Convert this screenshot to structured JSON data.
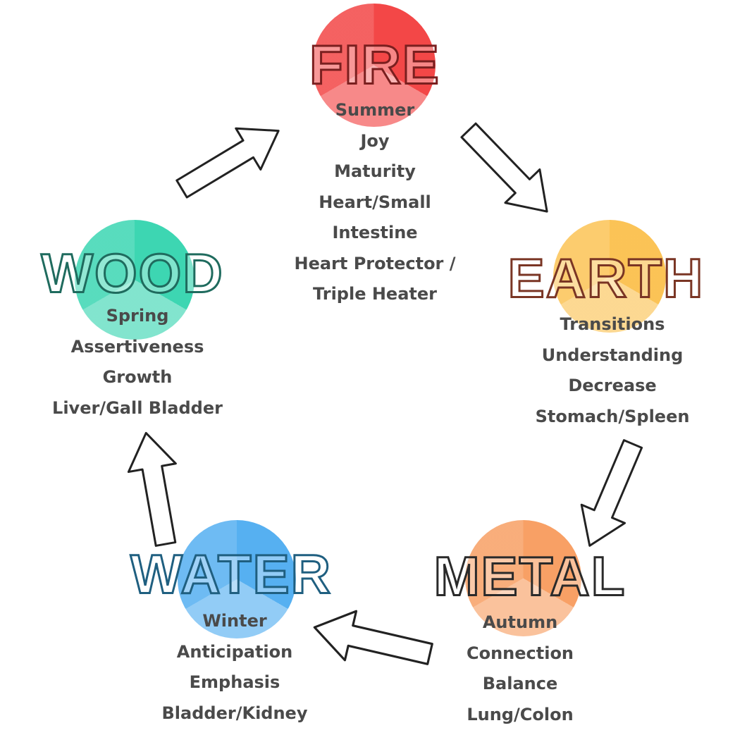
{
  "elements": [
    {
      "key": "fire",
      "title": "FIRE",
      "color": "#f23a3a",
      "title_color": "#7a1f1f",
      "lines": [
        "Summer",
        "Joy",
        "Maturity",
        "Heart/Small",
        "Intestine",
        "Heart Protector /",
        "Triple Heater"
      ]
    },
    {
      "key": "earth",
      "title": "EARTH",
      "color": "#fbbf4a",
      "title_color": "#7a3524",
      "lines": [
        "Transitions",
        "Understanding",
        "Decrease",
        "Stomach/Spleen"
      ]
    },
    {
      "key": "metal",
      "title": "METAL",
      "color": "#f7995a",
      "title_color": "#2a2a2a",
      "lines": [
        "Autumn",
        "Connection",
        "Balance",
        "Lung/Colon"
      ]
    },
    {
      "key": "water",
      "title": "WATER",
      "color": "#4aaaf0",
      "title_color": "#1f5f80",
      "lines": [
        "Winter",
        "Anticipation",
        "Emphasis",
        "Bladder/Kidney"
      ]
    },
    {
      "key": "wood",
      "title": "WOOD",
      "color": "#2fd3ad",
      "title_color": "#1f6b5e",
      "lines": [
        "Spring",
        "Assertiveness",
        "Growth",
        "Liver/Gall Bladder"
      ]
    }
  ]
}
